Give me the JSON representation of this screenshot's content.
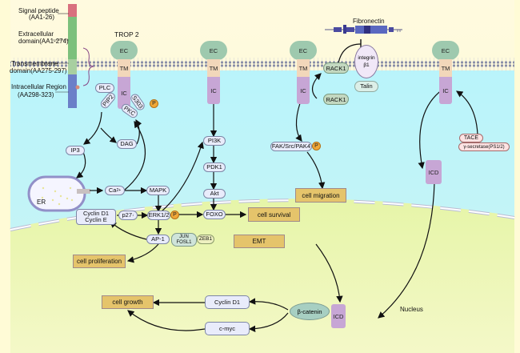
{
  "domain_labels": {
    "signal_peptide": "Signal peptide",
    "signal_peptide_range": "(AA1-26)",
    "extracellular": "Extracellular",
    "extracellular_range": "domain(AA1-274)",
    "transmembrane": "Transmembrane",
    "transmembrane_range": "domain(AA275-297)",
    "intracellular": "Intracellular Region",
    "intracellular_range": "(AA298-323)"
  },
  "domain_colors": {
    "signal_peptide": "#d9707e",
    "extracellular": "#7cc07c",
    "transmembrane": "#a8cfa0",
    "intracellular": "#6b7fc8"
  },
  "receptor": {
    "title": "TROP 2",
    "ec": "EC",
    "tm": "TM",
    "ic": "IC",
    "icd": "ICD"
  },
  "pathway_plc": {
    "plc": "PLC",
    "pip2": "PIP2",
    "s303": "S303",
    "pkc": "PKC",
    "ip3": "IP3",
    "dag": "DAG",
    "er": "ER",
    "ca": "Ca",
    "ca_sup": "2+",
    "mapk": "MAPK",
    "erk": "ERK1/2",
    "p27": "p27",
    "p27_sup": "↓",
    "cyclin_d1": "Cyclin D1",
    "cyclin_e": "Cyclin E",
    "ap1": "AP-1",
    "jun": "JUN",
    "fosl1": "FOSL1",
    "zeb1": "ZEB1"
  },
  "pathway_pi3k": {
    "pi3k": "PI3K",
    "pdk1": "PDK1",
    "akt": "Akt",
    "foxo": "FOXO"
  },
  "pathway_integrin": {
    "fibronectin": "Fibronectin",
    "integrin_line1": "integrin",
    "integrin_line2": "β1",
    "talin": "Talin",
    "rack1": "RACK1",
    "fak": "FAK/Src/PAK4"
  },
  "pathway_cleavage": {
    "tace": "TACE",
    "gamma": "γ-secretase(PS1/2)"
  },
  "nucleus": {
    "label": "Nucleus",
    "beta_catenin": "β-catenin",
    "cyclin_d1": "Cyclin D1",
    "cmyc": "c-myc"
  },
  "outcomes": {
    "proliferation": "cell proliferation",
    "survival": "cell survival",
    "migration": "cell migration",
    "emt": "EMT",
    "growth": "cell growth"
  },
  "phospho": "P"
}
